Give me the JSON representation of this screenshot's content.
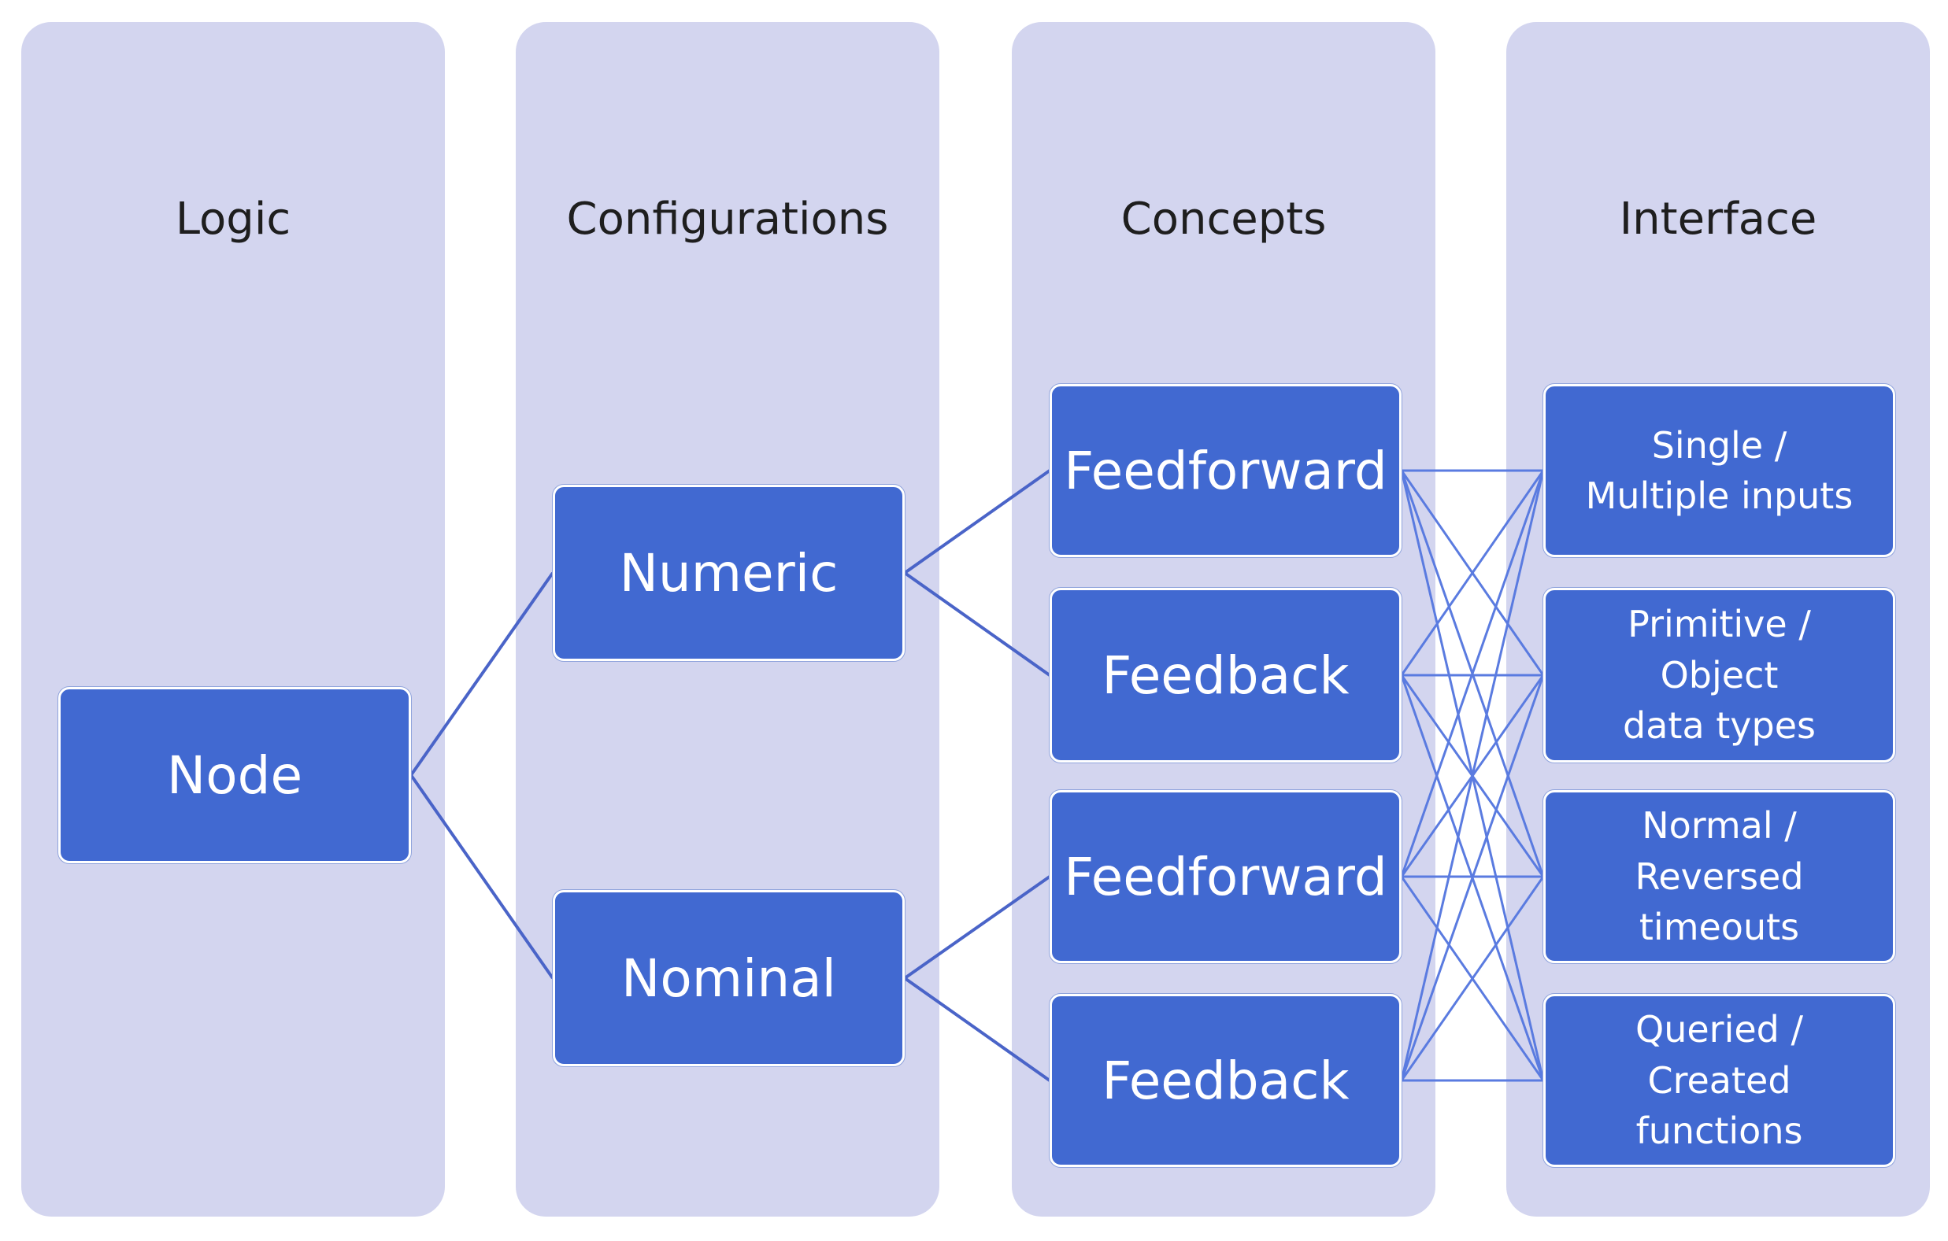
{
  "columns": {
    "logic": "Logic",
    "configurations": "Configurations",
    "concepts": "Concepts",
    "interface": "Interface"
  },
  "nodes": {
    "node": "Node",
    "numeric": "Numeric",
    "nominal": "Nominal",
    "feedforward_1": "Feedforward",
    "feedback_1": "Feedback",
    "feedforward_2": "Feedforward",
    "feedback_2": "Feedback"
  },
  "interface_items": {
    "inputs": [
      "Single /",
      "Multiple inputs"
    ],
    "data_types": [
      "Primitive /",
      "Object",
      "data types"
    ],
    "timeouts": [
      "Normal /",
      "Reversed",
      "timeouts"
    ],
    "functions": [
      "Queried /",
      "Created",
      "functions"
    ]
  },
  "colors": {
    "column_bg": "#d3d5ef",
    "node_fill": "#4169d1",
    "link_stroke": "#4a64c8",
    "mesh_stroke": "#5a7be0"
  }
}
